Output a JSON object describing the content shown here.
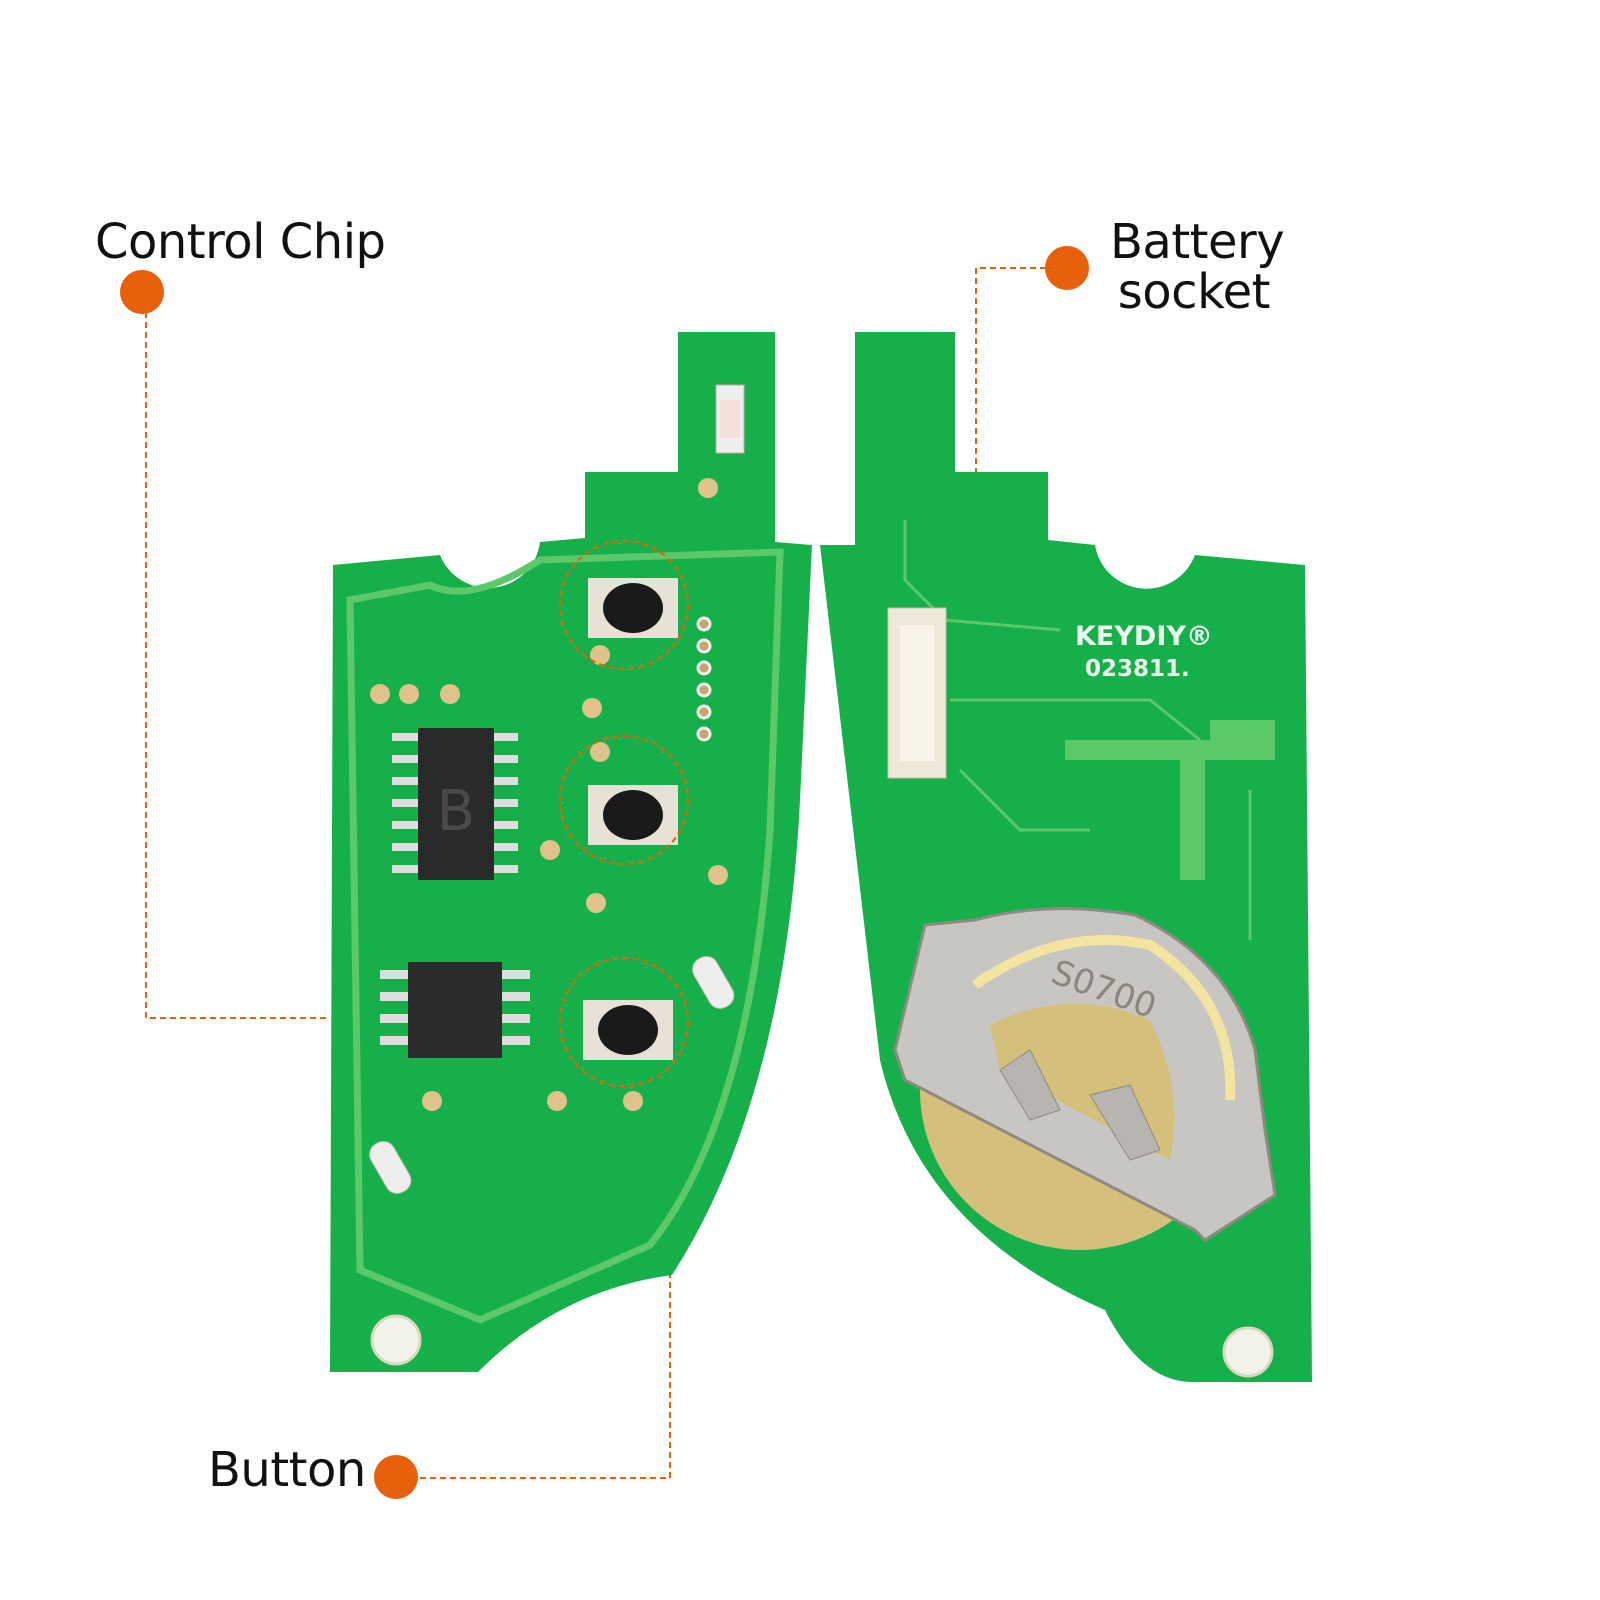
{
  "callouts": {
    "control_chip": "Control Chip",
    "battery_socket_line1": "Battery",
    "battery_socket_line2": "socket",
    "button": "Button"
  },
  "board_markings": {
    "brand_logo": "KEYDIY®",
    "serial": "023811.",
    "chip_letter": "B",
    "battery_marking": "S0700"
  },
  "colors": {
    "accent": "#e8600c",
    "pcb": "#16b04a",
    "pcb_trace": "#5fc46a"
  }
}
